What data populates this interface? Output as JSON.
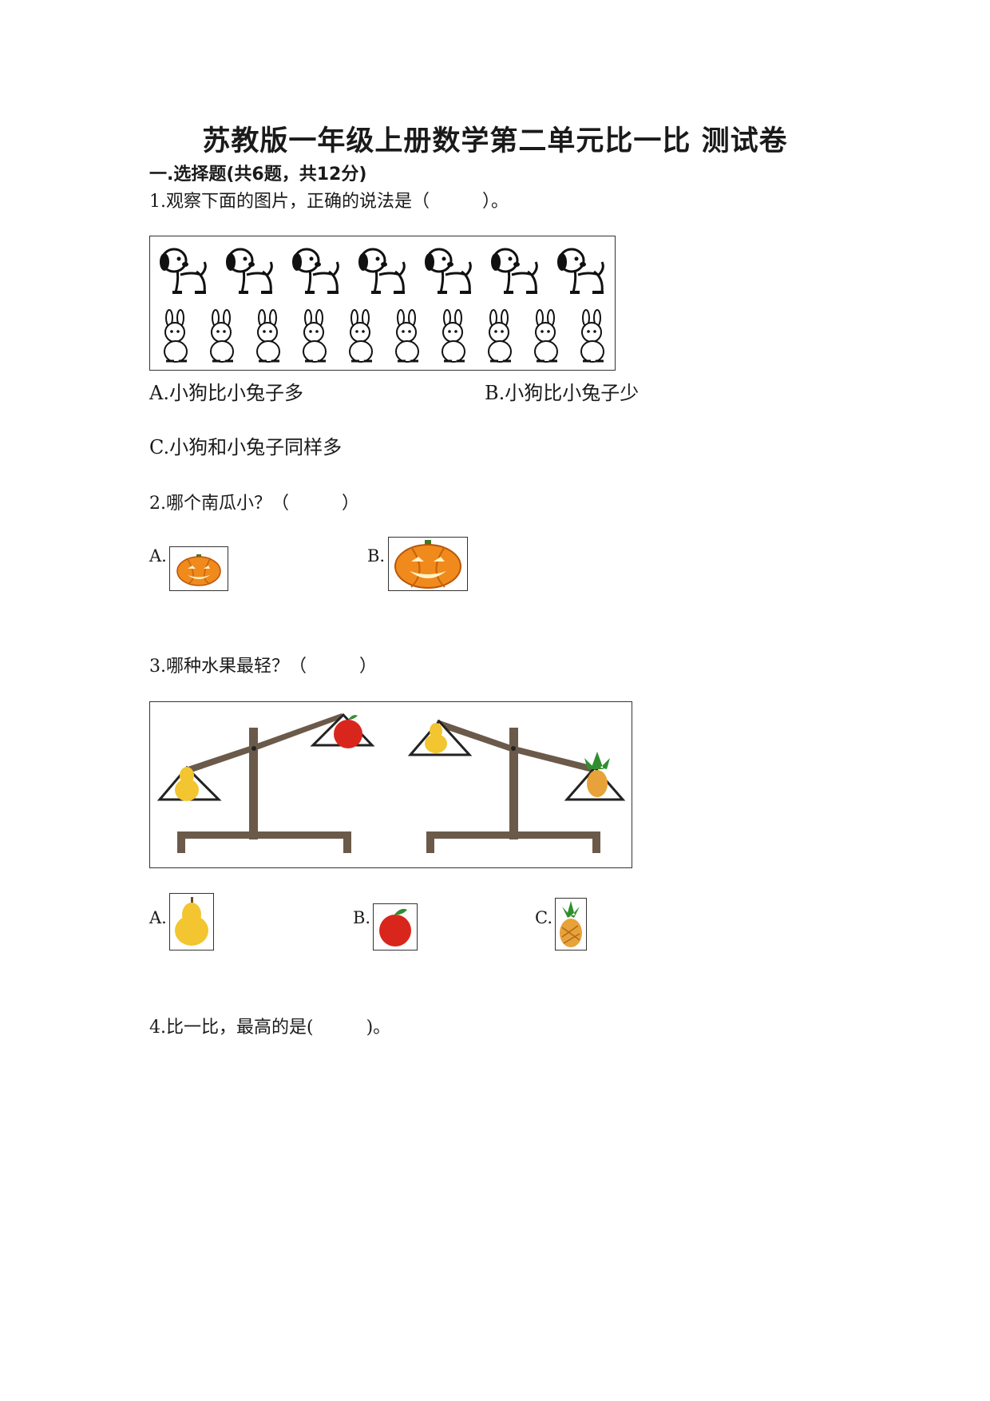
{
  "title": "苏教版一年级上册数学第二单元比一比  测试卷",
  "section": "一.选择题(共6题，共12分)",
  "q1": {
    "stem": "1.观察下面的图片，正确的说法是（　　　）。",
    "dog_count": 7,
    "rabbit_count": 10,
    "options": [
      "A.小狗比小兔子多",
      "B.小狗比小兔子少",
      "C.小狗和小兔子同样多"
    ]
  },
  "q2": {
    "stem": "2.哪个南瓜小？（　　　）",
    "labels": [
      "A.",
      "B."
    ]
  },
  "q3": {
    "stem": "3.哪种水果最轻？（　　　）",
    "labels": [
      "A.",
      "B.",
      "C."
    ],
    "colors": {
      "pear": "#f2c531",
      "apple": "#d9261c",
      "pineapple": "#e8a23a",
      "leaf": "#2f8f2f",
      "scale": "#6b5a4a"
    }
  },
  "q4": {
    "stem": "4.比一比，最高的是(　　　)。"
  }
}
